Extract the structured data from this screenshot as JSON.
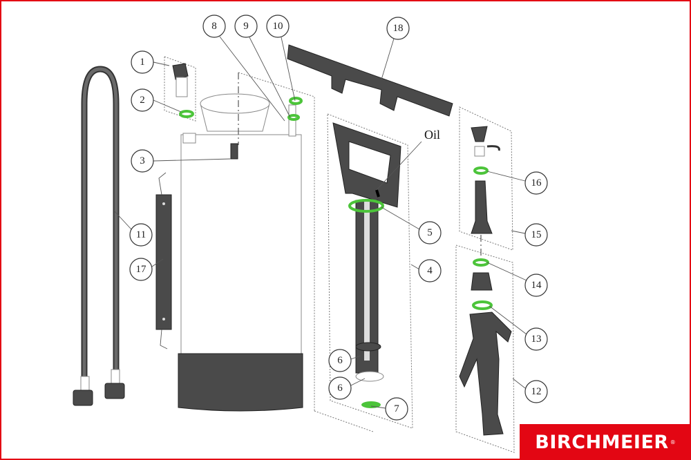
{
  "diagram": {
    "callouts": [
      "1",
      "2",
      "3",
      "8",
      "9",
      "10",
      "18",
      "11",
      "17",
      "5",
      "4",
      "16",
      "15",
      "14",
      "13",
      "12",
      "6",
      "6",
      "7"
    ],
    "annotation_oil": "Oil"
  },
  "brand": {
    "logo_text": "BIRCHMEIER",
    "registered": "®",
    "color": "#e30613"
  },
  "colors": {
    "seal_green": "#4cc43a",
    "part_gray": "#4a4a4a"
  }
}
